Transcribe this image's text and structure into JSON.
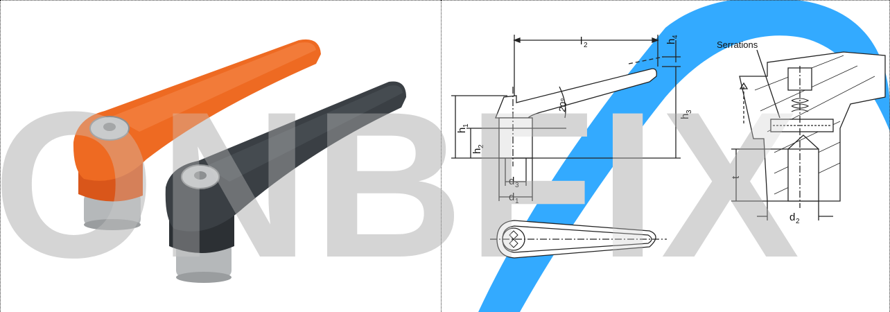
{
  "watermark": {
    "text": "ONBFIX",
    "color": "#d9d9d9",
    "swoosh_color": "#33aaff"
  },
  "photo": {
    "orange_lever_color": "#ee6a22",
    "black_lever_color": "#3a3f44",
    "stud_color": "#b5b8ba"
  },
  "drawing": {
    "labels": {
      "l2": "l",
      "l2_sub": "2",
      "h4": "h",
      "h4_sub": "4",
      "h3": "h",
      "h3_sub": "3",
      "h1": "h",
      "h1_sub": "1",
      "h2": "h",
      "h2_sub": "2",
      "angle": "20°",
      "d3": "d",
      "d3_sub": "3",
      "d1": "d",
      "d1_sub": "1",
      "serrations": "Serrations",
      "t": "t",
      "d2": "d",
      "d2_sub": "2"
    }
  }
}
